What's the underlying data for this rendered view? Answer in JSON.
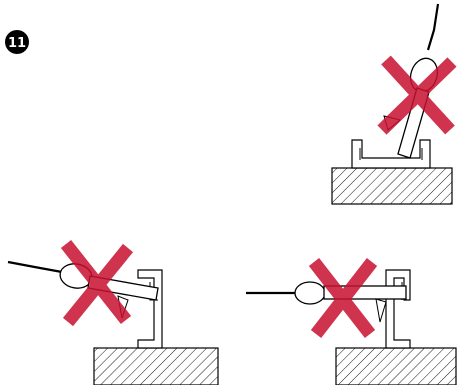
{
  "step": {
    "number": "11",
    "badge_color": "#000000",
    "text_color": "#ffffff"
  },
  "colors": {
    "line": "#000000",
    "cross": "#c8102e",
    "hatch": "#000000",
    "background": "#ffffff"
  },
  "panels": [
    {
      "name": "tool-tilted-in-bracket",
      "status": "wrong",
      "icon": "red-x-icon"
    },
    {
      "name": "tool-angled-left",
      "status": "wrong",
      "icon": "red-x-icon"
    },
    {
      "name": "tool-horizontal-left",
      "status": "wrong",
      "icon": "red-x-icon"
    }
  ]
}
